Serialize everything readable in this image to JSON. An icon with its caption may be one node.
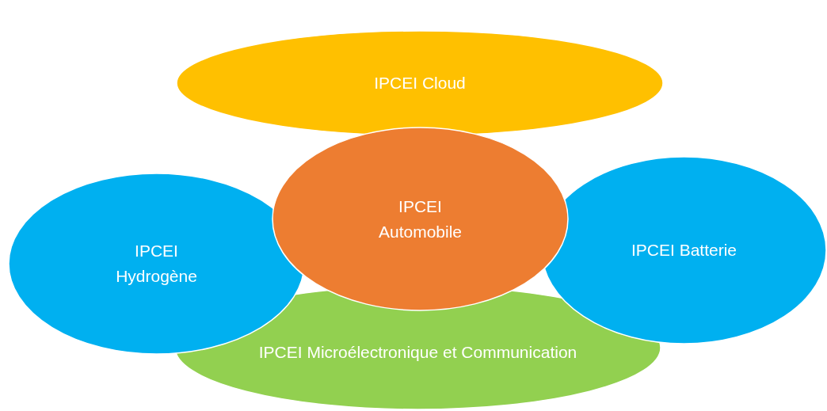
{
  "diagram": {
    "nodes": [
      {
        "text": [
          "IPCEI Cloud"
        ]
      },
      {
        "text": [
          "IPCEI Automobile"
        ]
      },
      {
        "text": [
          "IPCEI Hydrogène"
        ]
      },
      {
        "text": [
          "IPCEI Batterie"
        ]
      },
      {
        "text": [
          "IPCEI Microélectronique et Communication"
        ]
      }
    ],
    "edges": []
  }
}
